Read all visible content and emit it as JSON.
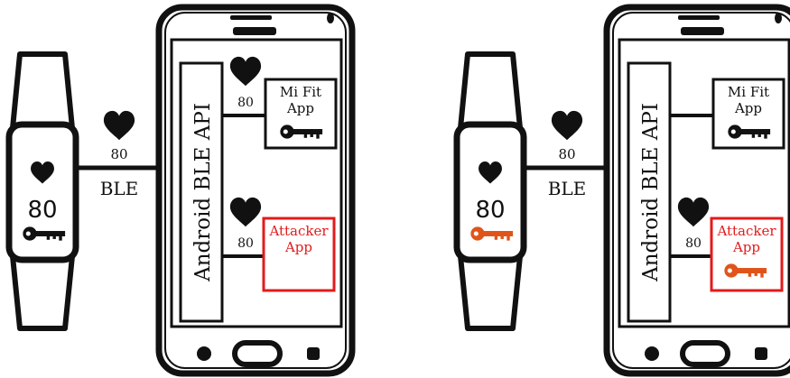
{
  "panels": [
    {
      "id": "benign",
      "watch_bpm": "80",
      "watch_key_color": "#111111",
      "ble_bpm": "80",
      "ble_label": "BLE",
      "api_label": "Android BLE API",
      "mifit_bpm": "80",
      "mifit_label_line1": "Mi Fit",
      "mifit_label_line2": "App",
      "mifit_has_key": true,
      "attacker_bpm": "80",
      "attacker_label_line1": "Attacker",
      "attacker_label_line2": "App",
      "attacker_has_key": false,
      "key_color": "#111111"
    },
    {
      "id": "attack",
      "watch_bpm": "80",
      "watch_key_color": "#e0541a",
      "ble_bpm": "80",
      "ble_label": "BLE",
      "api_label": "Android BLE API",
      "mifit_bpm": "",
      "mifit_label_line1": "Mi Fit",
      "mifit_label_line2": "App",
      "mifit_has_key": true,
      "attacker_bpm": "80",
      "attacker_label_line1": "Attacker",
      "attacker_label_line2": "App",
      "attacker_has_key": true,
      "key_color": "#e0541a"
    }
  ],
  "colors": {
    "ink": "#111111",
    "attacker_red": "#e21b1b",
    "attacker_key": "#e0541a"
  }
}
